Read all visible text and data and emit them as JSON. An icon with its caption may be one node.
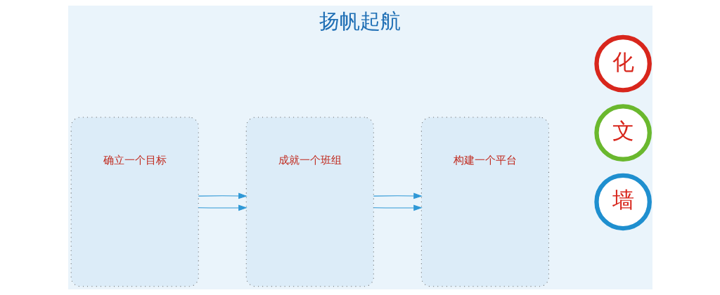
{
  "diagram": {
    "title": "扬帆起航",
    "nodes": [
      {
        "text": [
          "确立一个目标"
        ]
      },
      {
        "text": [
          "成就一个班组"
        ]
      },
      {
        "text": [
          "构建一个平台"
        ]
      },
      {
        "text": [
          "文"
        ]
      },
      {
        "text": [
          "化"
        ]
      },
      {
        "text": [
          "墙"
        ]
      }
    ],
    "edges": [
      {
        "from": 0,
        "to": 1,
        "arrow": "to"
      },
      {
        "from": 0,
        "to": 1,
        "arrow": "to"
      },
      {
        "from": 1,
        "to": 2,
        "arrow": "to"
      },
      {
        "from": 1,
        "to": 2,
        "arrow": "to"
      }
    ]
  }
}
